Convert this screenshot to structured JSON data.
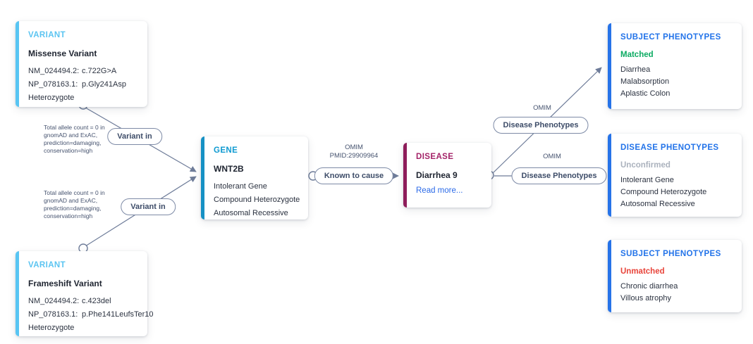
{
  "colors": {
    "variant_accent": "#58c5f3",
    "gene_accent": "#1691c4",
    "disease_accent": "#8e1d5a",
    "phenotype_accent": "#2673e8",
    "matched_green": "#0cab62",
    "unmatched_red": "#e8443a",
    "unconfirmed_gray": "#abb2bd",
    "edge_gray": "#6e7c99",
    "link_blue": "#2b6ae8"
  },
  "cards": {
    "variant_top": {
      "type_label": "VARIANT",
      "name": "Missense Variant",
      "transcript_label": "NM_024494.2:",
      "transcript_value": "c.722G>A",
      "protein_label": "NP_078163.1:",
      "protein_value": "p.Gly241Asp",
      "zygosity": "Heterozygote"
    },
    "variant_bottom": {
      "type_label": "VARIANT",
      "name": "Frameshift Variant",
      "transcript_label": "NM_024494.2:",
      "transcript_value": "c.423del",
      "protein_label": "NP_078163.1:",
      "protein_value": "p.Phe141LeufsTer10",
      "zygosity": "Heterozygote"
    },
    "gene": {
      "type_label": "GENE",
      "name": "WNT2B",
      "attributes": [
        "Intolerant Gene",
        "Compound Heterozygote",
        "Autosomal Recessive"
      ]
    },
    "disease": {
      "type_label": "DISEASE",
      "name": "Diarrhea 9",
      "link_label": "Read more..."
    },
    "subject_phenotypes_matched": {
      "type_label": "SUBJECT PHENOTYPES",
      "status": "Matched",
      "items": [
        "Diarrhea",
        "Malabsorption",
        "Aplastic Colon"
      ]
    },
    "disease_phenotypes": {
      "type_label": "DISEASE PHENOTYPES",
      "status": "Unconfirmed",
      "items": [
        "Intolerant Gene",
        "Compound Heterozygote",
        "Autosomal Recessive"
      ]
    },
    "subject_phenotypes_unmatched": {
      "type_label": "SUBJECT PHENOTYPES",
      "status": "Unmatched",
      "items": [
        "Chronic diarrhea",
        "Villous atrophy"
      ]
    }
  },
  "edges": {
    "variant_in_top": {
      "label": "Variant in",
      "annotation": "Total allele count = 0 in\ngnomAD and ExAC,\nprediction=damaging,\nconservation=high"
    },
    "variant_in_bottom": {
      "label": "Variant in",
      "annotation": "Total allele count = 0 in\ngnomAD and ExAC,\nprediction=damaging,\nconservation=high"
    },
    "known_to_cause": {
      "label": "Known to cause",
      "source": "OMIM",
      "pmid": "PMID:29909964"
    },
    "disease_phenotypes_upper": {
      "label": "Disease Phenotypes",
      "source": "OMIM"
    },
    "disease_phenotypes_lower": {
      "label": "Disease Phenotypes",
      "source": "OMIM"
    }
  }
}
